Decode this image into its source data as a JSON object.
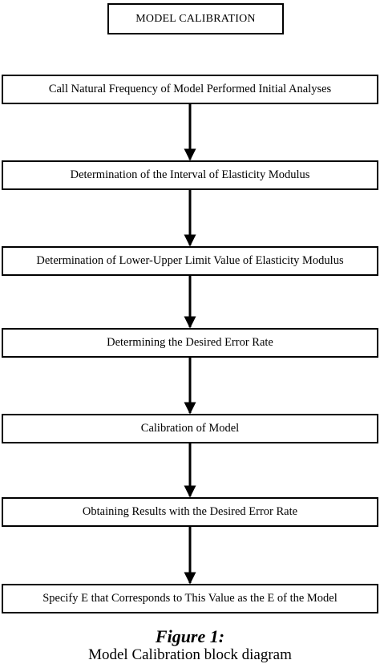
{
  "diagram": {
    "title": "MODEL CALIBRATION",
    "steps": [
      "Call Natural Frequency of Model Performed Initial Analyses",
      "Determination of the Interval of Elasticity Modulus",
      "Determination of Lower-Upper Limit Value of Elasticity Modulus",
      "Determining the Desired Error Rate",
      "Calibration of Model",
      "Obtaining Results with the Desired Error Rate",
      "Specify E that Corresponds to This Value as the E of the Model"
    ]
  },
  "caption": {
    "label": "Figure 1:",
    "text": "Model Calibration block diagram"
  }
}
